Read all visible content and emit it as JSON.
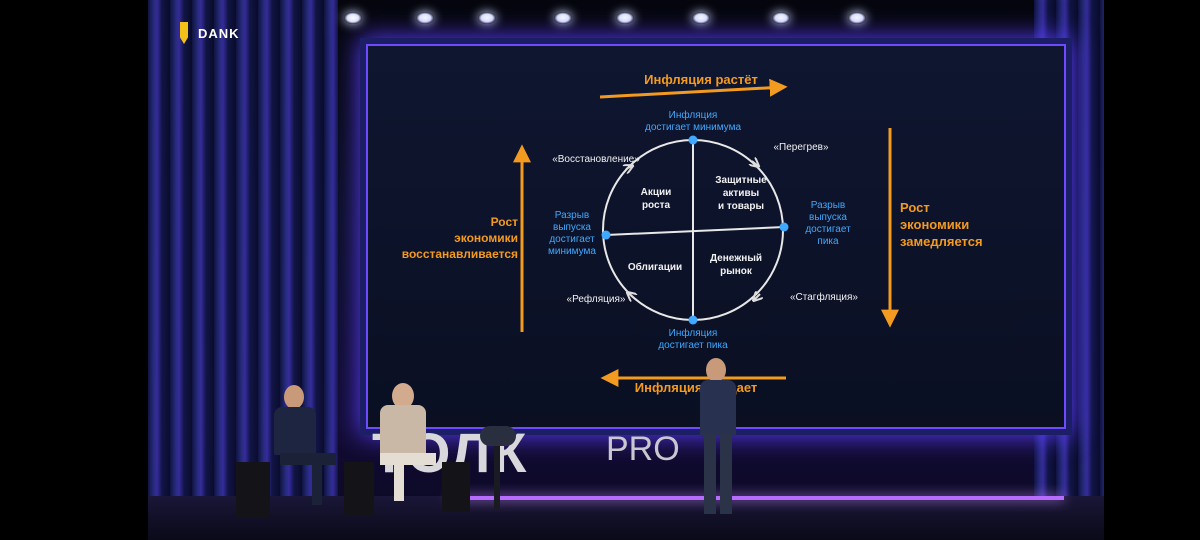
{
  "branding": {
    "logo_text": "DANK",
    "stage_logo_main": "ТОЛК",
    "stage_logo_sub": "PRO"
  },
  "slide": {
    "top_arrow_label": "Инфляция растёт",
    "bottom_arrow_label": "Инфляция спадает",
    "left_arrow_label": [
      "Рост",
      "экономики",
      "восстанавливается"
    ],
    "right_arrow_label": [
      "Рост",
      "экономики",
      "замедляется"
    ],
    "phases": {
      "top_left": "«Восстановление»",
      "top_right": "«Перегрев»",
      "bottom_left": "«Рефляция»",
      "bottom_right": "«Стагфляция»"
    },
    "points": {
      "top": [
        "Инфляция",
        "достигает минимума"
      ],
      "bottom": [
        "Инфляция",
        "достигает пика"
      ],
      "left": [
        "Разрыв",
        "выпуска",
        "достигает",
        "минимума"
      ],
      "right": [
        "Разрыв",
        "выпуска",
        "достигает",
        "пика"
      ]
    },
    "quadrants": {
      "top_left": [
        "Акции",
        "роста"
      ],
      "top_right": [
        "Защитные",
        "активы",
        "и товары"
      ],
      "bottom_left": [
        "Облигации"
      ],
      "bottom_right": [
        "Денежный",
        "рынок"
      ]
    },
    "colors": {
      "accent_orange": "#f39a21",
      "point_blue": "#3fa9ff"
    }
  }
}
